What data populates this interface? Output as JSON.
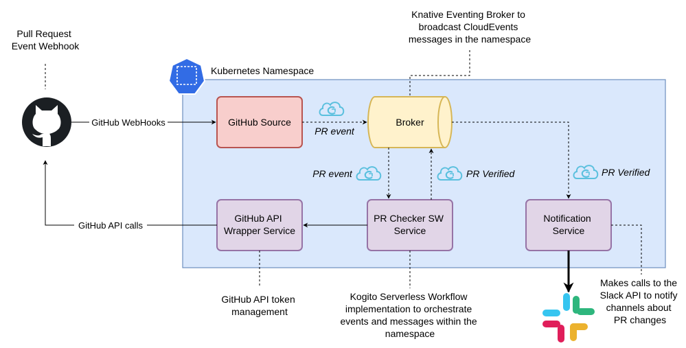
{
  "notes": {
    "pull_request": [
      "Pull Request",
      "Event Webhook"
    ],
    "broker_note": [
      "Knative Eventing Broker to",
      "broadcast CloudEvents",
      "messages in the namespace"
    ],
    "token_note": [
      "GitHub API token",
      "management"
    ],
    "kogito_note": [
      "Kogito Serverless Workflow",
      "implementation to orchestrate",
      "events and messages within the",
      "namespace"
    ],
    "slack_note": [
      "Makes calls to the",
      "Slack API to notify",
      "channels about",
      "PR changes"
    ]
  },
  "namespace": {
    "label": "Kubernetes Namespace"
  },
  "nodes": {
    "github_source": "GitHub Source",
    "broker": "Broker",
    "github_api_wrapper": [
      "GitHub API",
      "Wrapper Service"
    ],
    "pr_checker": [
      "PR Checker SW",
      "Service"
    ],
    "notification": [
      "Notification",
      "Service"
    ]
  },
  "edges": {
    "webhooks": "GitHub WebHooks",
    "api_calls": "GitHub API calls",
    "pr_event_1": "PR event",
    "pr_event_2": "PR event",
    "pr_verified_1": "PR Verified",
    "pr_verified_2": "PR Verified"
  },
  "colors": {
    "namespace_fill": "#dae8fc",
    "namespace_stroke": "#6c8ebf",
    "source_fill": "#f8cecc",
    "source_stroke": "#b85450",
    "broker_fill": "#fff2cc",
    "broker_stroke": "#d6b656",
    "service_fill": "#e1d5e7",
    "service_stroke": "#9673a6",
    "k8s_blue": "#326ce5",
    "cloudevent_blue": "#5bc0de"
  },
  "icons": [
    "github-icon",
    "kubernetes-icon",
    "cloudevents-icon",
    "slack-icon"
  ]
}
